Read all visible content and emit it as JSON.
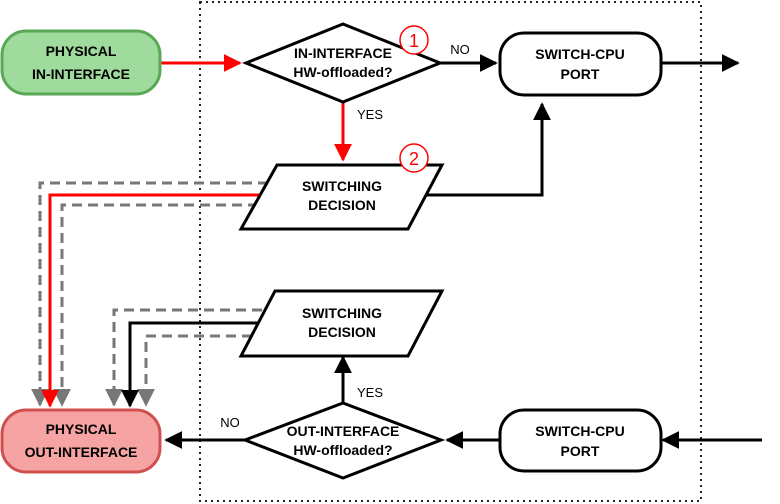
{
  "nodes": {
    "physical_in": [
      "PHYSICAL",
      "IN-INTERFACE"
    ],
    "in_decision": [
      "IN-INTERFACE",
      "HW-offloaded?"
    ],
    "switch_cpu_top": [
      "SWITCH-CPU",
      "PORT"
    ],
    "switching_decision_top": [
      "SWITCHING",
      "DECISION"
    ],
    "switching_decision_bottom": [
      "SWITCHING",
      "DECISION"
    ],
    "physical_out": [
      "PHYSICAL",
      "OUT-INTERFACE"
    ],
    "out_decision": [
      "OUT-INTERFACE",
      "HW-offloaded?"
    ],
    "switch_cpu_bottom": [
      "SWITCH-CPU",
      "PORT"
    ]
  },
  "edge_labels": {
    "in_no": "NO",
    "in_yes": "YES",
    "out_yes": "YES",
    "out_no": "NO"
  },
  "markers": {
    "step1": "1",
    "step2": "2"
  },
  "colors": {
    "in_fill": "#9fdb9c",
    "in_stroke": "#59a855",
    "out_fill": "#f5a3a3",
    "out_stroke": "#d05050",
    "red_path": "#ff0000",
    "dashed_path": "#777777"
  }
}
